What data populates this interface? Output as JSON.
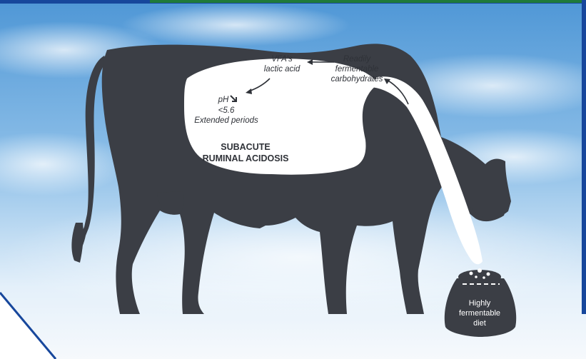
{
  "diagram": {
    "labels": {
      "vfa_line1": "VFA's",
      "vfa_line2": "lactic acid",
      "carb_line1": "Readily",
      "carb_line2": "fermentable",
      "carb_line3": "carbohydrates",
      "ph_line1": "pH",
      "ph_line2": "<5.6",
      "ph_line3": "Extended periods",
      "title_line1": "SUBACUTE",
      "title_line2": "RUMINAL ACIDOSIS",
      "bag_line1": "Highly",
      "bag_line2": "fermentable",
      "bag_line3": "diet"
    },
    "colors": {
      "cow": "#3b3e45",
      "rumen": "#ffffff",
      "sky_top": "#4f97d6",
      "sky_bottom": "#f4f8fc",
      "frame": "#17479c",
      "header_green": "#1f7a3a"
    },
    "icons": [
      "down-right-arrow-icon",
      "curved-arrow-icon",
      "feed-bag-icon"
    ]
  }
}
